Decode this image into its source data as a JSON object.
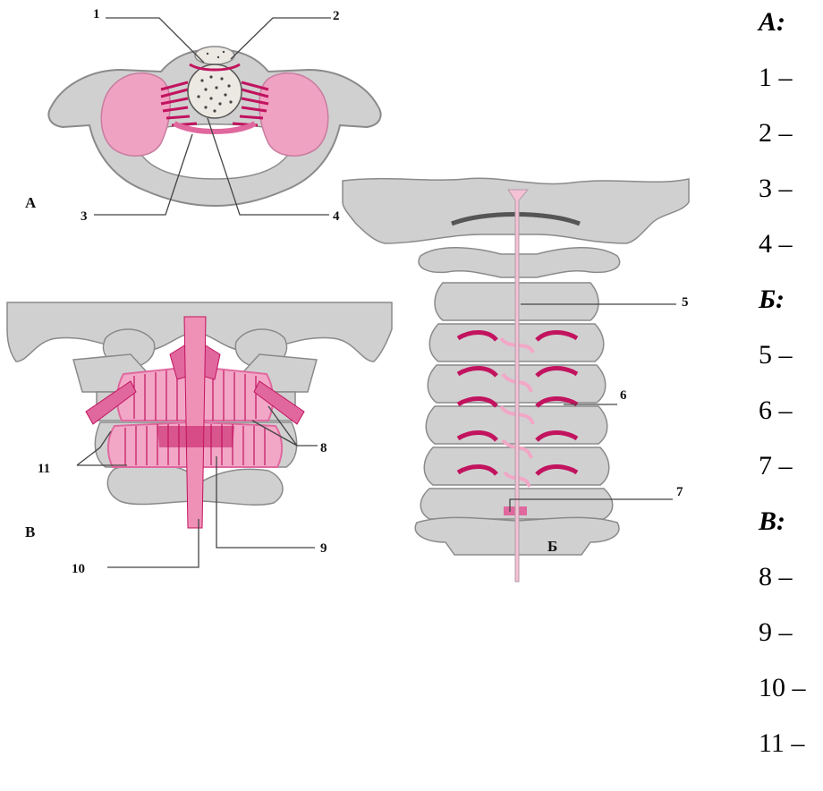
{
  "figure": {
    "panels": [
      {
        "key": "A",
        "label": "А"
      },
      {
        "key": "B",
        "label": "Б"
      },
      {
        "key": "V",
        "label": "В"
      }
    ],
    "callouts": [
      "1",
      "2",
      "3",
      "4",
      "5",
      "6",
      "7",
      "8",
      "9",
      "10",
      "11"
    ]
  },
  "legend": {
    "sections": [
      {
        "heading": "А:",
        "items": [
          "1 –",
          "2 –",
          "3 –",
          "4 –"
        ]
      },
      {
        "heading": "Б:",
        "items": [
          "5 –",
          "6 –",
          "7 –"
        ]
      },
      {
        "heading": "В:",
        "items": [
          "8 –",
          "9 –",
          "10 –",
          "11 –"
        ]
      }
    ]
  },
  "colors": {
    "bone": "#d0d0d0",
    "bone_outline": "#8a8a8a",
    "ligament_light": "#f2a7c6",
    "ligament": "#e0689e",
    "ligament_dark": "#c2135f"
  }
}
